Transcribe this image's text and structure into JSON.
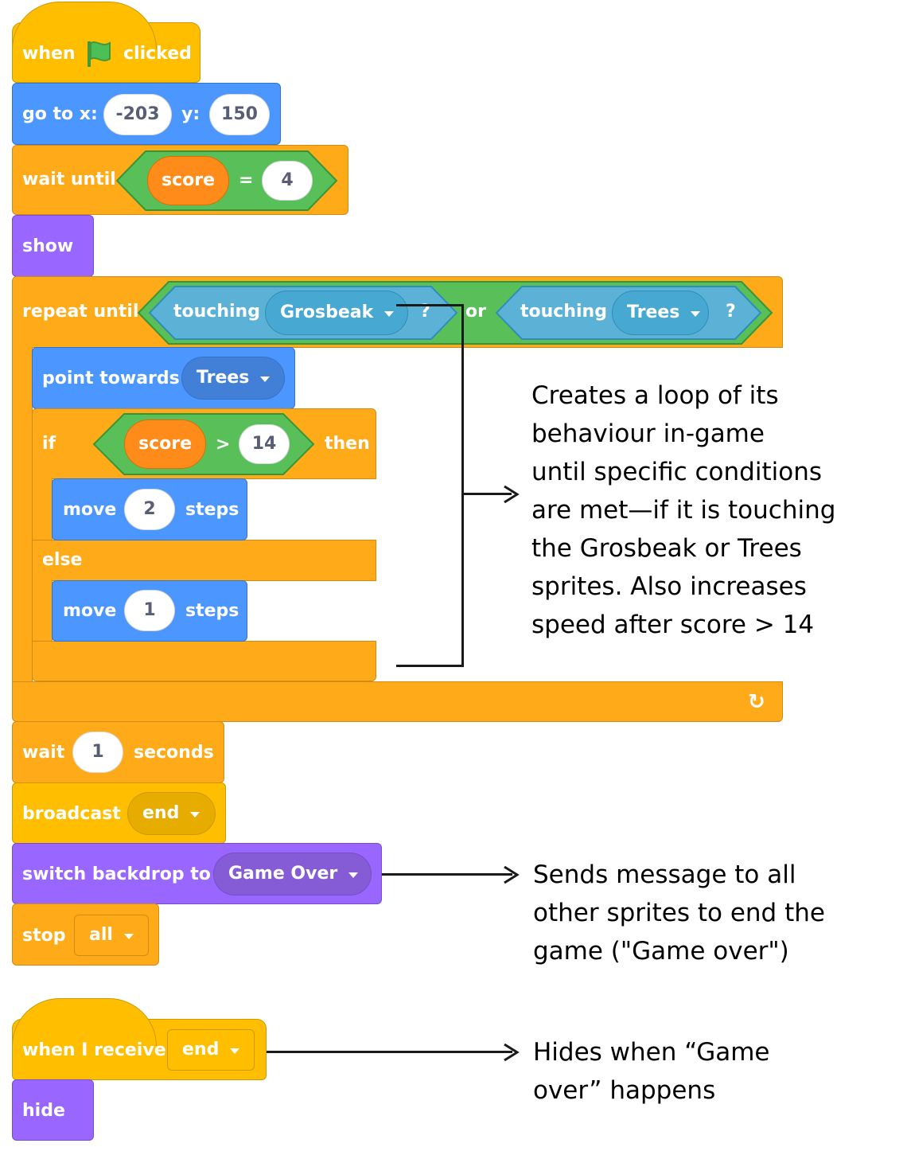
{
  "script1": {
    "hat": {
      "when": "when",
      "clicked": "clicked"
    },
    "goto": {
      "label_x": "go to x:",
      "x": "-203",
      "label_y": "y:",
      "y": "150"
    },
    "wait_until": {
      "label": "wait until",
      "var": "score",
      "op": "=",
      "value": "4"
    },
    "show": "show",
    "repeat_until": {
      "label": "repeat until",
      "cond1": {
        "touching": "touching",
        "target": "Grosbeak",
        "q": "?"
      },
      "or": "or",
      "cond2": {
        "touching": "touching",
        "target": "Trees",
        "q": "?"
      }
    },
    "point_towards": {
      "label": "point towards",
      "target": "Trees"
    },
    "if_block": {
      "if": "if",
      "var": "score",
      "op": ">",
      "value": "14",
      "then": "then",
      "else": "else"
    },
    "move_fast": {
      "move": "move",
      "steps_value": "2",
      "steps": "steps"
    },
    "move_slow": {
      "move": "move",
      "steps_value": "1",
      "steps": "steps"
    },
    "loop_arrow": "↻",
    "wait": {
      "label": "wait",
      "value": "1",
      "unit": "seconds"
    },
    "broadcast": {
      "label": "broadcast",
      "message": "end"
    },
    "switch_backdrop": {
      "label": "switch backdrop to",
      "backdrop": "Game Over"
    },
    "stop": {
      "label": "stop",
      "option": "all"
    }
  },
  "script2": {
    "hat": {
      "label": "when I receive",
      "message": "end"
    },
    "hide": "hide"
  },
  "annotations": {
    "loop": [
      "Creates a loop of its",
      "behaviour in-game",
      "until specific conditions",
      "are met—if it is touching",
      "the Grosbeak or Trees",
      "sprites. Also increases",
      "speed after score > 14"
    ],
    "backdrop": [
      "Sends message to all",
      "other sprites to end the",
      "game (\"Game over\")"
    ],
    "hide": [
      "Hides when “Game",
      "over” happens"
    ]
  },
  "colors": {
    "events": "#ffbf00",
    "motion": "#4c97ff",
    "control": "#ffab19",
    "looks": "#9966ff",
    "sensing": "#5cb1d6",
    "operators": "#59c059",
    "variables": "#ff8c1a"
  },
  "icons": {
    "flag": "green-flag-icon",
    "loop": "loop-arrow-icon"
  }
}
